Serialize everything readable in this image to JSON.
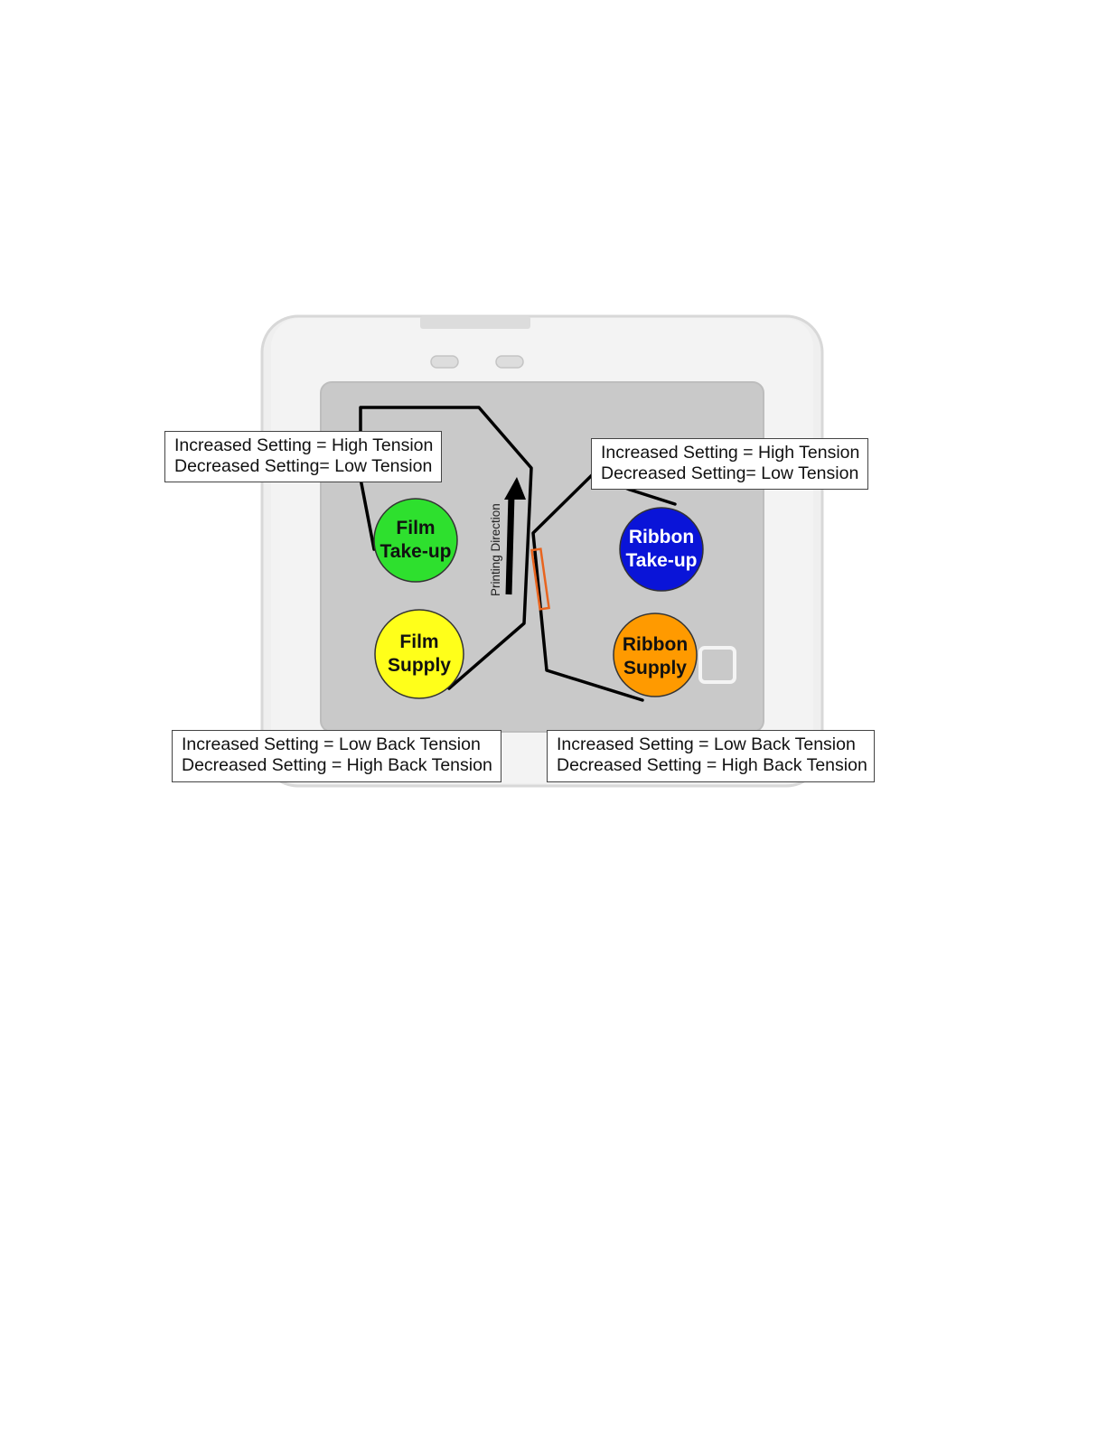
{
  "spools": [
    {
      "id": "film-takeup",
      "line1": "Film",
      "line2": "Take-up",
      "fill": "#2ee02e",
      "text_color": "#111111"
    },
    {
      "id": "film-supply",
      "line1": "Film",
      "line2": "Supply",
      "fill": "#ffff1a",
      "text_color": "#111111"
    },
    {
      "id": "ribbon-takeup",
      "line1": "Ribbon",
      "line2": "Take-up",
      "fill": "#0a14d8",
      "text_color": "#ffffff"
    },
    {
      "id": "ribbon-supply",
      "line1": "Ribbon",
      "line2": "Supply",
      "fill": "#ff9a00",
      "text_color": "#111111"
    }
  ],
  "callouts": {
    "film_takeup": {
      "line1": "Increased Setting = High Tension",
      "line2": "Decreased Setting= Low Tension"
    },
    "ribbon_takeup": {
      "line1": "Increased Setting = High Tension",
      "line2": "Decreased Setting= Low Tension"
    },
    "film_supply": {
      "line1": "Increased Setting = Low Back Tension",
      "line2": "Decreased Setting = High Back Tension"
    },
    "ribbon_supply": {
      "line1": "Increased Setting = Low Back Tension",
      "line2": "Decreased Setting = High Back Tension"
    }
  },
  "direction_label": "Printing Direction",
  "colors": {
    "printer_body": "#eeeeee",
    "printer_outline": "#d0d0d0",
    "printer_panel": "#c8c8c8",
    "film_path": "#000000",
    "print_head": "#e8641e"
  }
}
